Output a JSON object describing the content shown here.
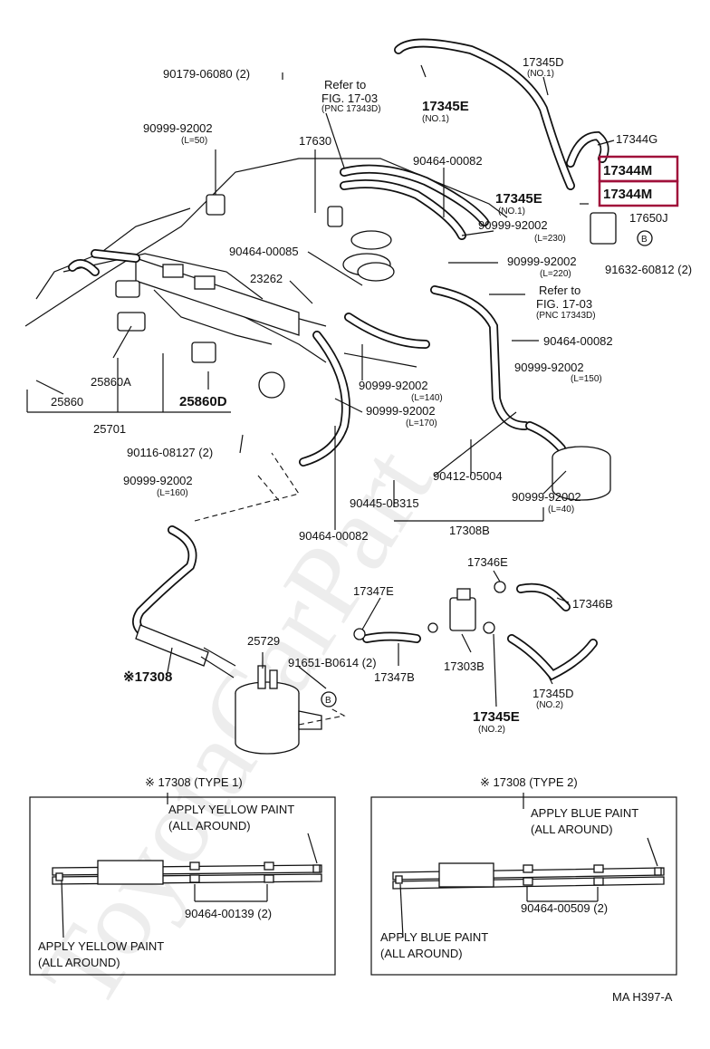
{
  "watermark": "ToyotaCarPart",
  "labels": {
    "p90179": "90179-06080 (2)",
    "refer1a": "Refer to",
    "refer1b": "FIG. 17-03",
    "refer1c": "(PNC 17343D)",
    "p17345E_1": "17345E",
    "p17345E_1n": "(NO.1)",
    "p17345D_1": "17345D",
    "p17345D_1n": "(NO.1)",
    "p90999a": "90999-92002",
    "p90999a_l": "(L=50)",
    "p17630": "17630",
    "p90464a": "90464-00082",
    "p17344G": "17344G",
    "p17344M_1": "17344M",
    "p17344M_2": "17344M",
    "p17345E_2": "17345E",
    "p17345E_2n": "(NO.1)",
    "p17650J": "17650J",
    "p90999b": "90999-92002",
    "p90999b_l": "(L=230)",
    "p90464b": "90464-00085",
    "p90999c": "90999-92002",
    "p90999c_l": "(L=220)",
    "p91632": "91632-60812 (2)",
    "p23262": "23262",
    "refer2a": "Refer to",
    "refer2b": "FIG. 17-03",
    "refer2c": "(PNC 17343D)",
    "p90464c": "90464-00082",
    "p25860A": "25860A",
    "p90999d": "90999-92002",
    "p90999d_l": "(L=150)",
    "p25860": "25860",
    "p25860D": "25860D",
    "p90999e": "90999-92002",
    "p90999e_l": "(L=140)",
    "p25701": "25701",
    "p90999f": "90999-92002",
    "p90999f_l": "(L=170)",
    "p90116": "90116-08127 (2)",
    "p90412": "90412-05004",
    "p90999g": "90999-92002",
    "p90999g_l": "(L=160)",
    "p90999h": "90999-92002",
    "p90999h_l": "(L=40)",
    "p90445": "90445-08315",
    "p17308B": "17308B",
    "p90464d": "90464-00082",
    "p17346E": "17346E",
    "p17347E": "17347E",
    "p17346B": "17346B",
    "p25729": "25729",
    "p91651": "91651-B0614 (2)",
    "p17308": "※17308",
    "p17347B": "17347B",
    "p17303B": "17303B",
    "p17345D_2": "17345D",
    "p17345D_2n": "(NO.2)",
    "p17345E_3": "17345E",
    "p17345E_3n": "(NO.2)"
  },
  "type1": {
    "title": "※ 17308 (TYPE 1)",
    "top_note_1": "APPLY YELLOW PAINT",
    "top_note_2": "(ALL AROUND)",
    "clamp": "90464-00139 (2)",
    "bottom_note_1": "APPLY YELLOW PAINT",
    "bottom_note_2": "(ALL AROUND)"
  },
  "type2": {
    "title": "※ 17308 (TYPE 2)",
    "top_note_1": "APPLY BLUE PAINT",
    "top_note_2": "(ALL AROUND)",
    "clamp": "90464-00509 (2)",
    "bottom_note_1": "APPLY BLUE PAINT",
    "bottom_note_2": "(ALL AROUND)"
  },
  "footer_code": "MA  H397-A",
  "colors": {
    "highlight": "#a0103a",
    "line": "#111111"
  },
  "icons": [
    "bolt-b-icon",
    "clamp-icon",
    "canister-icon",
    "vsv-icon",
    "hose-icon"
  ]
}
